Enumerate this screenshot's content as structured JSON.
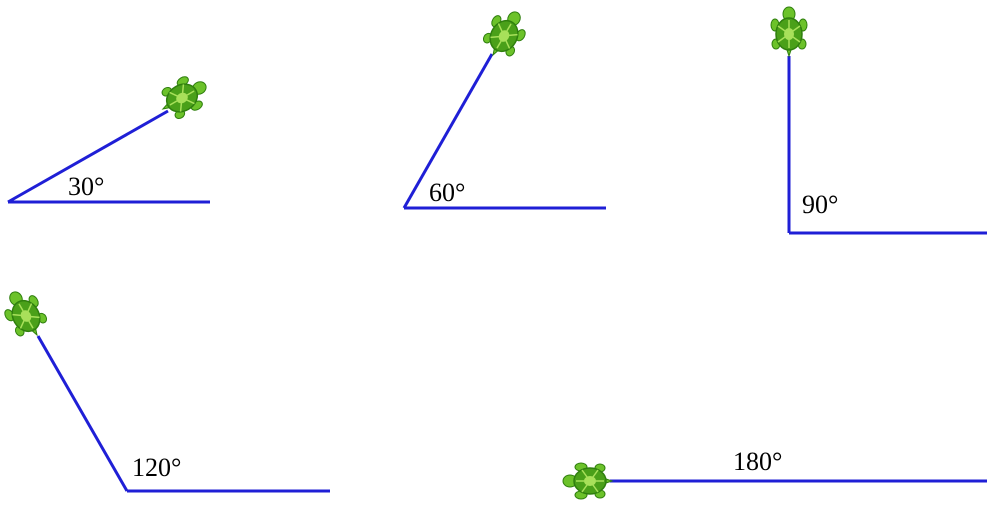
{
  "line_color": "#1f1fd6",
  "turtle": {
    "shell_color": "#4aa019",
    "shell_dark": "#2f7f0e",
    "skin_color": "#6cc22a",
    "pattern_color": "#a8e05a",
    "icon": "turtle-icon"
  },
  "angles": [
    {
      "degrees": 30,
      "label": "30°"
    },
    {
      "degrees": 60,
      "label": "60°"
    },
    {
      "degrees": 90,
      "label": "90°"
    },
    {
      "degrees": 120,
      "label": "120°"
    },
    {
      "degrees": 180,
      "label": "180°"
    }
  ]
}
